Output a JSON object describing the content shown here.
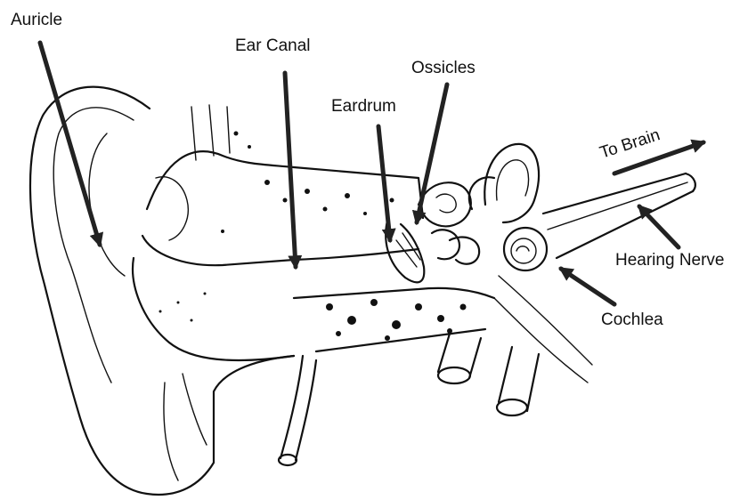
{
  "labels": {
    "auricle": "Auricle",
    "ear_canal": "Ear Canal",
    "eardrum": "Eardrum",
    "ossicles": "Ossicles",
    "to_brain": "To Brain",
    "hearing_nerve": "Hearing Nerve",
    "cochlea": "Cochlea"
  },
  "colors": {
    "ink": "#111111",
    "arrow": "#222222",
    "background": "#ffffff"
  }
}
